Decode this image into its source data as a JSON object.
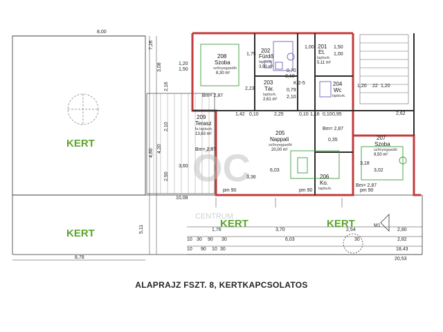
{
  "caption": "ALAPRAJZ FSZT. 8,  KERTKAPCSOLATOS",
  "gardens": {
    "kert_a": "KERT",
    "kert_b": "KERT",
    "kert_c": "KERT",
    "kert_d": "KERT"
  },
  "watermark": {
    "logo": "ÓC",
    "text": "CENTRUM"
  },
  "rooms": [
    {
      "num": "208",
      "name": "Szoba",
      "sub": "szőnyegpadló",
      "area": "8,30 m²"
    },
    {
      "num": "202",
      "name": "Fürdő",
      "sub": "lapburk.",
      "area": "3,90 m²"
    },
    {
      "num": "201",
      "name": "Et.",
      "sub": "lapburk.",
      "area": "5,11 m²"
    },
    {
      "num": "203",
      "name": "Tár.",
      "sub": "lapburk.",
      "area": "2,61 m²"
    },
    {
      "num": "204",
      "name": "Wc",
      "sub": "lapburk.",
      "area": ""
    },
    {
      "num": "209",
      "name": "Terasz",
      "sub": "fa lapburk.",
      "area": "13,63 m²"
    },
    {
      "num": "205",
      "name": "Nappali",
      "sub": "szőnyegpadló",
      "area": "20,00 m²"
    },
    {
      "num": "207",
      "name": "Szoba",
      "sub": "szőnyegpadló",
      "area": "9,50 m²"
    },
    {
      "num": "206",
      "name": "Ko.",
      "sub": "lapburk.",
      "area": ""
    }
  ],
  "tags": {
    "k2": "K 2-5",
    "m1": "M1",
    "brm1": "Bm= 2,87",
    "brm2": "Bm= 2,87",
    "brm3": "Bm= 2,87",
    "brm4": "Bm= 2,87",
    "pm1": "pm 90",
    "pm2": "pm 90",
    "pm3": "pm 90"
  },
  "dims": {
    "top_width": "8,00",
    "bottom_left": "8,78",
    "total_right_1": "18,43",
    "total_right_2": "20,53",
    "mid_row": [
      "1,42",
      "0,10",
      "2,25",
      "0,10",
      "1,16",
      "0,10",
      "0,95"
    ],
    "lower_row_a": [
      "1,76",
      "3,70",
      "2,54",
      "2,80"
    ],
    "lower_row_b": [
      "10",
      "30",
      "90",
      "30",
      "6,03",
      "30",
      "2,82"
    ],
    "lower_row_c": [
      "10",
      "90",
      "10",
      "30"
    ],
    "width_1008": "10,08",
    "nappali_w": "6,03",
    "szoba_w": "3,02",
    "terasz_w": "3,60",
    "szoba208_w": "3,36",
    "left_vert": [
      "7,26",
      "3,08",
      "2,16",
      "2,10",
      "4,60",
      "4,20",
      "2,50",
      "5,11"
    ],
    "small_a": [
      "1,20",
      "1,50",
      "1,75",
      "2,10",
      "1,00",
      "0,70",
      "2,23"
    ],
    "small_b": [
      "1,50",
      "1,00",
      "2,10",
      "0,79"
    ],
    "right_small": [
      "1,20",
      "22",
      "1,20",
      "2,62",
      "3,18",
      "0,35"
    ]
  }
}
